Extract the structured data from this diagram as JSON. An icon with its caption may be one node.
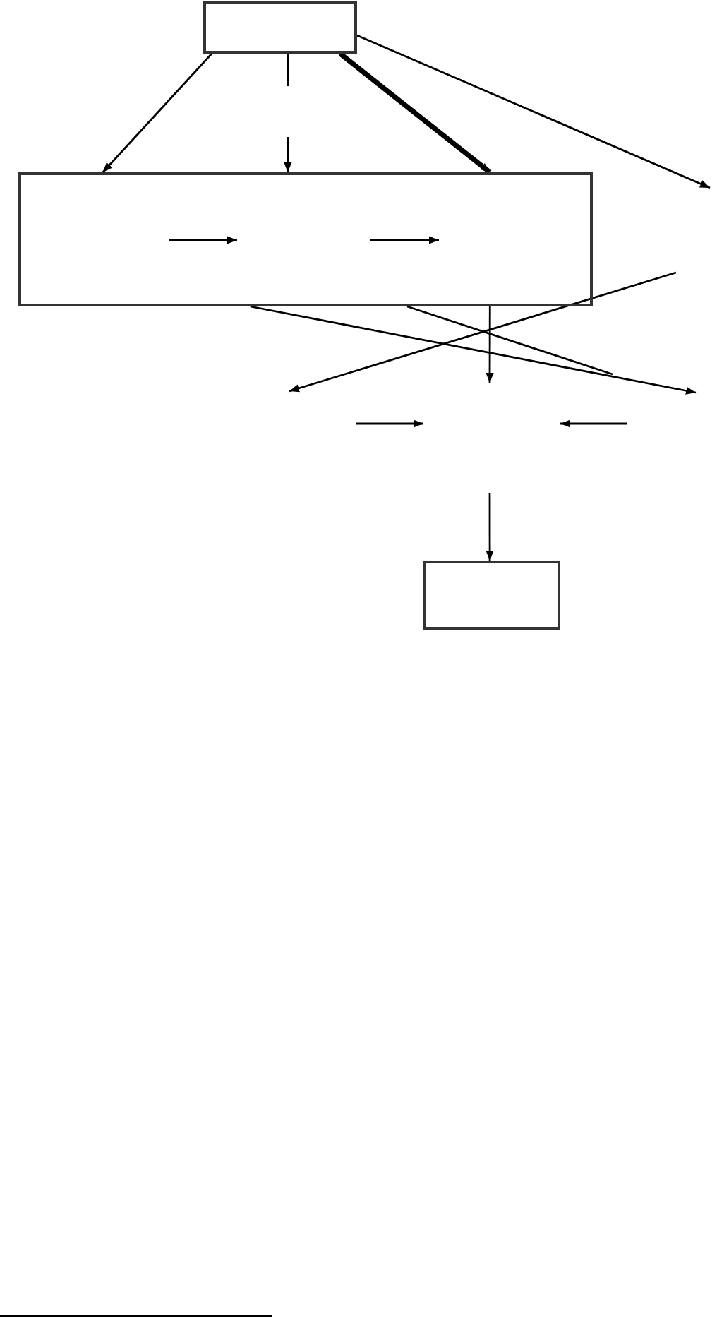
{
  "diagram": {
    "nodes": [
      {
        "text": [],
        "shape": "box"
      },
      {
        "text": [],
        "shape": "box"
      },
      {
        "text": [],
        "shape": "box"
      }
    ],
    "edges": [
      {
        "from": 0,
        "to": 1,
        "arrow": "to"
      },
      {
        "from": 0,
        "to": 1,
        "arrow": "to",
        "style": "thick"
      },
      {
        "from": 0,
        "to": null,
        "arrow": "to"
      },
      {
        "from": 0,
        "to": null,
        "arrow": "none"
      },
      {
        "from": null,
        "to": 1,
        "arrow": "to"
      },
      {
        "from": 1,
        "to": null,
        "arrow": "to"
      },
      {
        "from": 1,
        "to": null,
        "arrow": "none"
      },
      {
        "from": 1,
        "to": null,
        "arrow": "to"
      },
      {
        "from": null,
        "to": 2,
        "arrow": "to"
      }
    ]
  }
}
